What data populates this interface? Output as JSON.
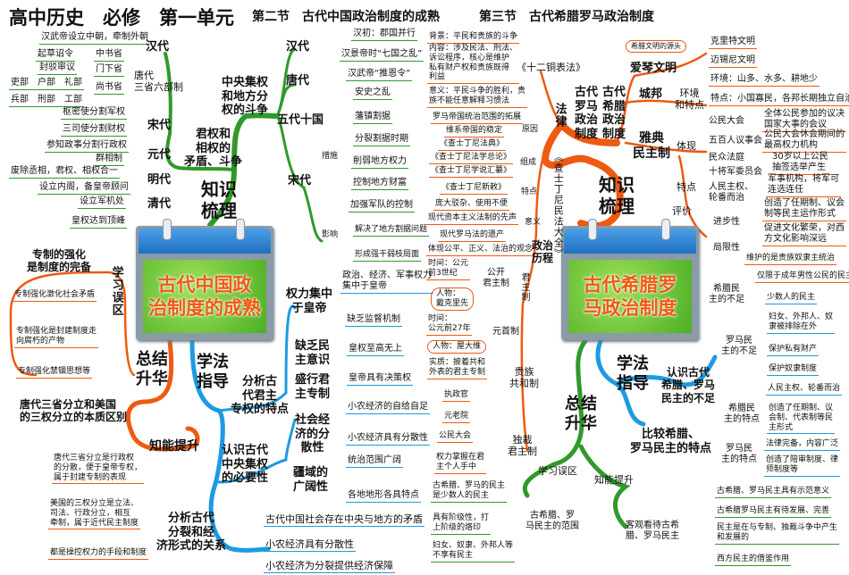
{
  "header": {
    "unit_title": "高中历史　必修　第一单元",
    "section2": "第二节　古代中国政治制度的成熟",
    "section3": "第三节　古代希腊罗马政治制度"
  },
  "colors": {
    "green": "#2f9a2a",
    "orange": "#ee5a12",
    "blue": "#1c9be2"
  },
  "left_page": {
    "card_title": "古代中国政\n治制度的成熟",
    "green": [
      "汉武帝设立中朝，牵制外朝",
      "汉代",
      "起草诏令",
      "中书省",
      "封驳审议",
      "门下省",
      "唐代\n三省六部制",
      "吏部　户部　礼部",
      "尚书省",
      "兵部　刑部　工部",
      "枢密使分割军权",
      "宋代",
      "三司使分割财权",
      "参知政事分割行政权",
      "元代",
      "群相制",
      "废除丞相，君权、相权合一",
      "明代",
      "设立内阁，备皇帝顾问",
      "清代",
      "设立军机处",
      "皇权达到顶峰",
      "君权和\n相权的\n矛盾、斗争",
      "知识\n梳理",
      "中央集权\n和地方分\n权的斗争",
      "汉代",
      "汉初：郡国并行",
      "汉景帝时“七国之乱”",
      "汉武帝“推恩令”",
      "唐代",
      "安史之乱",
      "五代十国",
      "藩镇割据",
      "分裂割据时期",
      "宋代",
      "措施",
      "削弱地方权力",
      "控制地方财富",
      "加强军队的控制",
      "影响",
      "解决了地方割据问题",
      "形成强干弱枝局面"
    ],
    "orange": [
      "专制的强化\n是制度的完备",
      "学习误区",
      "专制强化激化社会矛盾",
      "专制强化是封建制度走\n向腐朽的产物",
      "专制强化禁锢思想等",
      "总结\n升华",
      "唐代三省分立和美国\n的三权分立的本质区别",
      "知能提升",
      "唐代三省分立是行政权\n的分散，便于皇帝专权，\n属于封建专制的表现",
      "美国的三权分立是立法、\n司法、行政分立，相互\n牵制，属于近代民主制度",
      "都是操控权力的手段和制度"
    ],
    "blue": [
      "学法\n指导",
      "权力集中\n于皇帝",
      "政治、经济、军事权力\n集中于皇帝",
      "缺乏监督机制",
      "缺乏民\n主意识",
      "皇权至高无上",
      "盛行君\n主专制",
      "皇帝具有决策权",
      "分析古\n代君主\n专权的特点",
      "社会经\n济的分\n散性",
      "小农经济的自给自足",
      "小农经济具有分散性",
      "认识古代\n中央集权\n的必要性",
      "疆域的\n广阔性",
      "统治范围广阔",
      "各地地形各具特点",
      "分析古代\n分裂和经\n济形式的关系",
      "古代中国社会存在中央与地方的矛盾",
      "小农经济具有分散性",
      "小农经济为分裂提供经济保障"
    ]
  },
  "right_page": {
    "card_title": "古代希腊罗\n马政治制度",
    "orange": [
      "背景：平民和贵族的斗争",
      "内容：涉及民法、刑法、\n诉讼程序，核心是维护\n私有财产权和贵族既得\n利益",
      "《十二铜表法》",
      "意义：平民斗争的胜利，贵\n族不能任意解释习惯法",
      "法律",
      "古代\n罗马\n政治\n制度",
      "古代\n希腊\n政治\n制度",
      "希腊文明的源头",
      "爱琴文明",
      "克里特文明",
      "迈锡尼文明",
      "城邦",
      "环境\n和特点",
      "环境：山多、水多、耕地少",
      "特点：小国寡民，各邦长期独立自治",
      "雅典\n民主制",
      "体现",
      "公民大会",
      "全体公民参加的议决\n国家大事的会议",
      "五百人议事会",
      "公民大会休会期间的\n最高权力机构",
      "民众法庭",
      "30岁以上公民\n抽签选举产生",
      "十将军委员会",
      "军事机构，将军可\n连选连任",
      "特点",
      "人民主权、\n轮番而治",
      "评价",
      "创造了任期制、议会\n制等民主运作形式",
      "进步性",
      "促进文化繁荣，对西\n方文化影响深远",
      "局限性",
      "维护的是贵族奴隶主统治",
      "仅限于成年男性公民的民主",
      "知识\n梳理",
      "罗马帝国统治范围的拓展",
      "原因",
      "维系帝国的稳定",
      "《查士丁尼法典》",
      "《查士丁尼法学总论》",
      "组成",
      "《查士丁尼学说汇纂》",
      "《查士丁尼新敕》",
      "特点",
      "庞大驳杂、使用不便",
      "现代资本主义法制的先声",
      "意义",
      "《查士丁尼民法大全》",
      "现代罗马法的遗产",
      "体现公平、正义、法治的观念",
      "政治\n历程",
      "时间：公元\n前3世纪",
      "公开\n君主制",
      "君主制",
      "人物：\n戴克里先",
      "时间：\n公元前27年",
      "元首制",
      "人物：屋大维",
      "实质：披着共和\n外表的君主专制",
      "贵族\n共和制",
      "执政官",
      "元老院",
      "公民大会",
      "独裁\n君主制",
      "权力掌握在君\n主个人手中"
    ],
    "green": [
      "总结\n升华",
      "学习误区",
      "知能提升",
      "古希腊、罗马的民主\n是少数人的民主",
      "古希腊、罗\n马民主的范围",
      "具有阶级性，打\n上阶级的烙印",
      "妇女、奴隶、外邦人等\n不享有民主",
      "客观看待古希\n腊、罗马民主",
      "古希腊、罗马民主具有示范意义",
      "古希腊罗马民主有待发展、完善",
      "民主是在与专制、独裁斗争中产生\n和发展的",
      "西方民主的借鉴作用"
    ],
    "blue": [
      "学法\n指导",
      "希腊民\n主的不足",
      "少数人的民主",
      "妇女、外邦人、奴\n隶被排除在外",
      "罗马民\n主的不足",
      "保护私有财产",
      "保护奴隶制度",
      "认识古代\n希腊、罗马\n民主的不足",
      "人民主权、轮番而治",
      "希腊民\n主的特点",
      "创造了任期制、议\n会制、代表制等民\n主形式",
      "比较希腊、\n罗马民主的特点",
      "罗马民\n主的特点",
      "法律完备，内容广泛",
      "创造了陪审制度、律\n师制度等"
    ]
  }
}
